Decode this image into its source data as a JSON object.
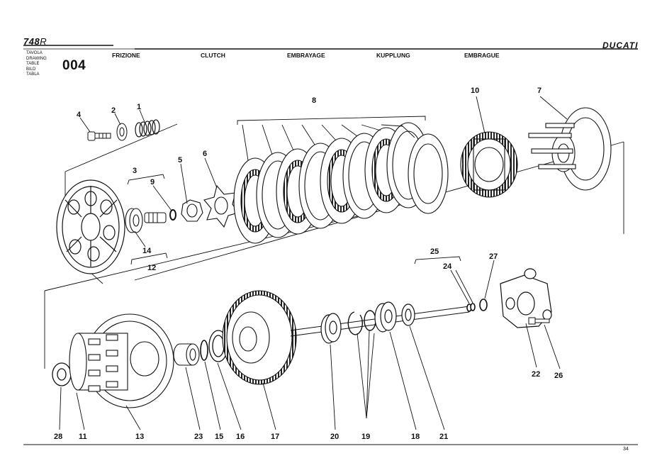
{
  "header": {
    "model_bold": "748",
    "model_suffix": "R",
    "brand": "DUCATI",
    "table_labels": [
      "TAVOLA",
      "DRAWING",
      "TABLE",
      "BILD",
      "TABLA"
    ],
    "table_number": "004",
    "titles": [
      "FRIZIONE",
      "CLUTCH",
      "EMBRAYAGE",
      "KUPPLUNG",
      "EMBRAGUE"
    ]
  },
  "footer": {
    "page_number": "34"
  },
  "callouts": {
    "c1": "1",
    "c2": "2",
    "c3": "3",
    "c4": "4",
    "c5": "5",
    "c6": "6",
    "c7": "7",
    "c8": "8",
    "c9": "9",
    "c10": "10",
    "c11": "11",
    "c12": "12",
    "c13": "13",
    "c14": "14",
    "c15": "15",
    "c16": "16",
    "c17": "17",
    "c18": "18",
    "c19": "19",
    "c20": "20",
    "c21": "21",
    "c22": "22",
    "c23": "23",
    "c24": "24",
    "c25": "25",
    "c26": "26",
    "c27": "27",
    "c28": "28"
  }
}
